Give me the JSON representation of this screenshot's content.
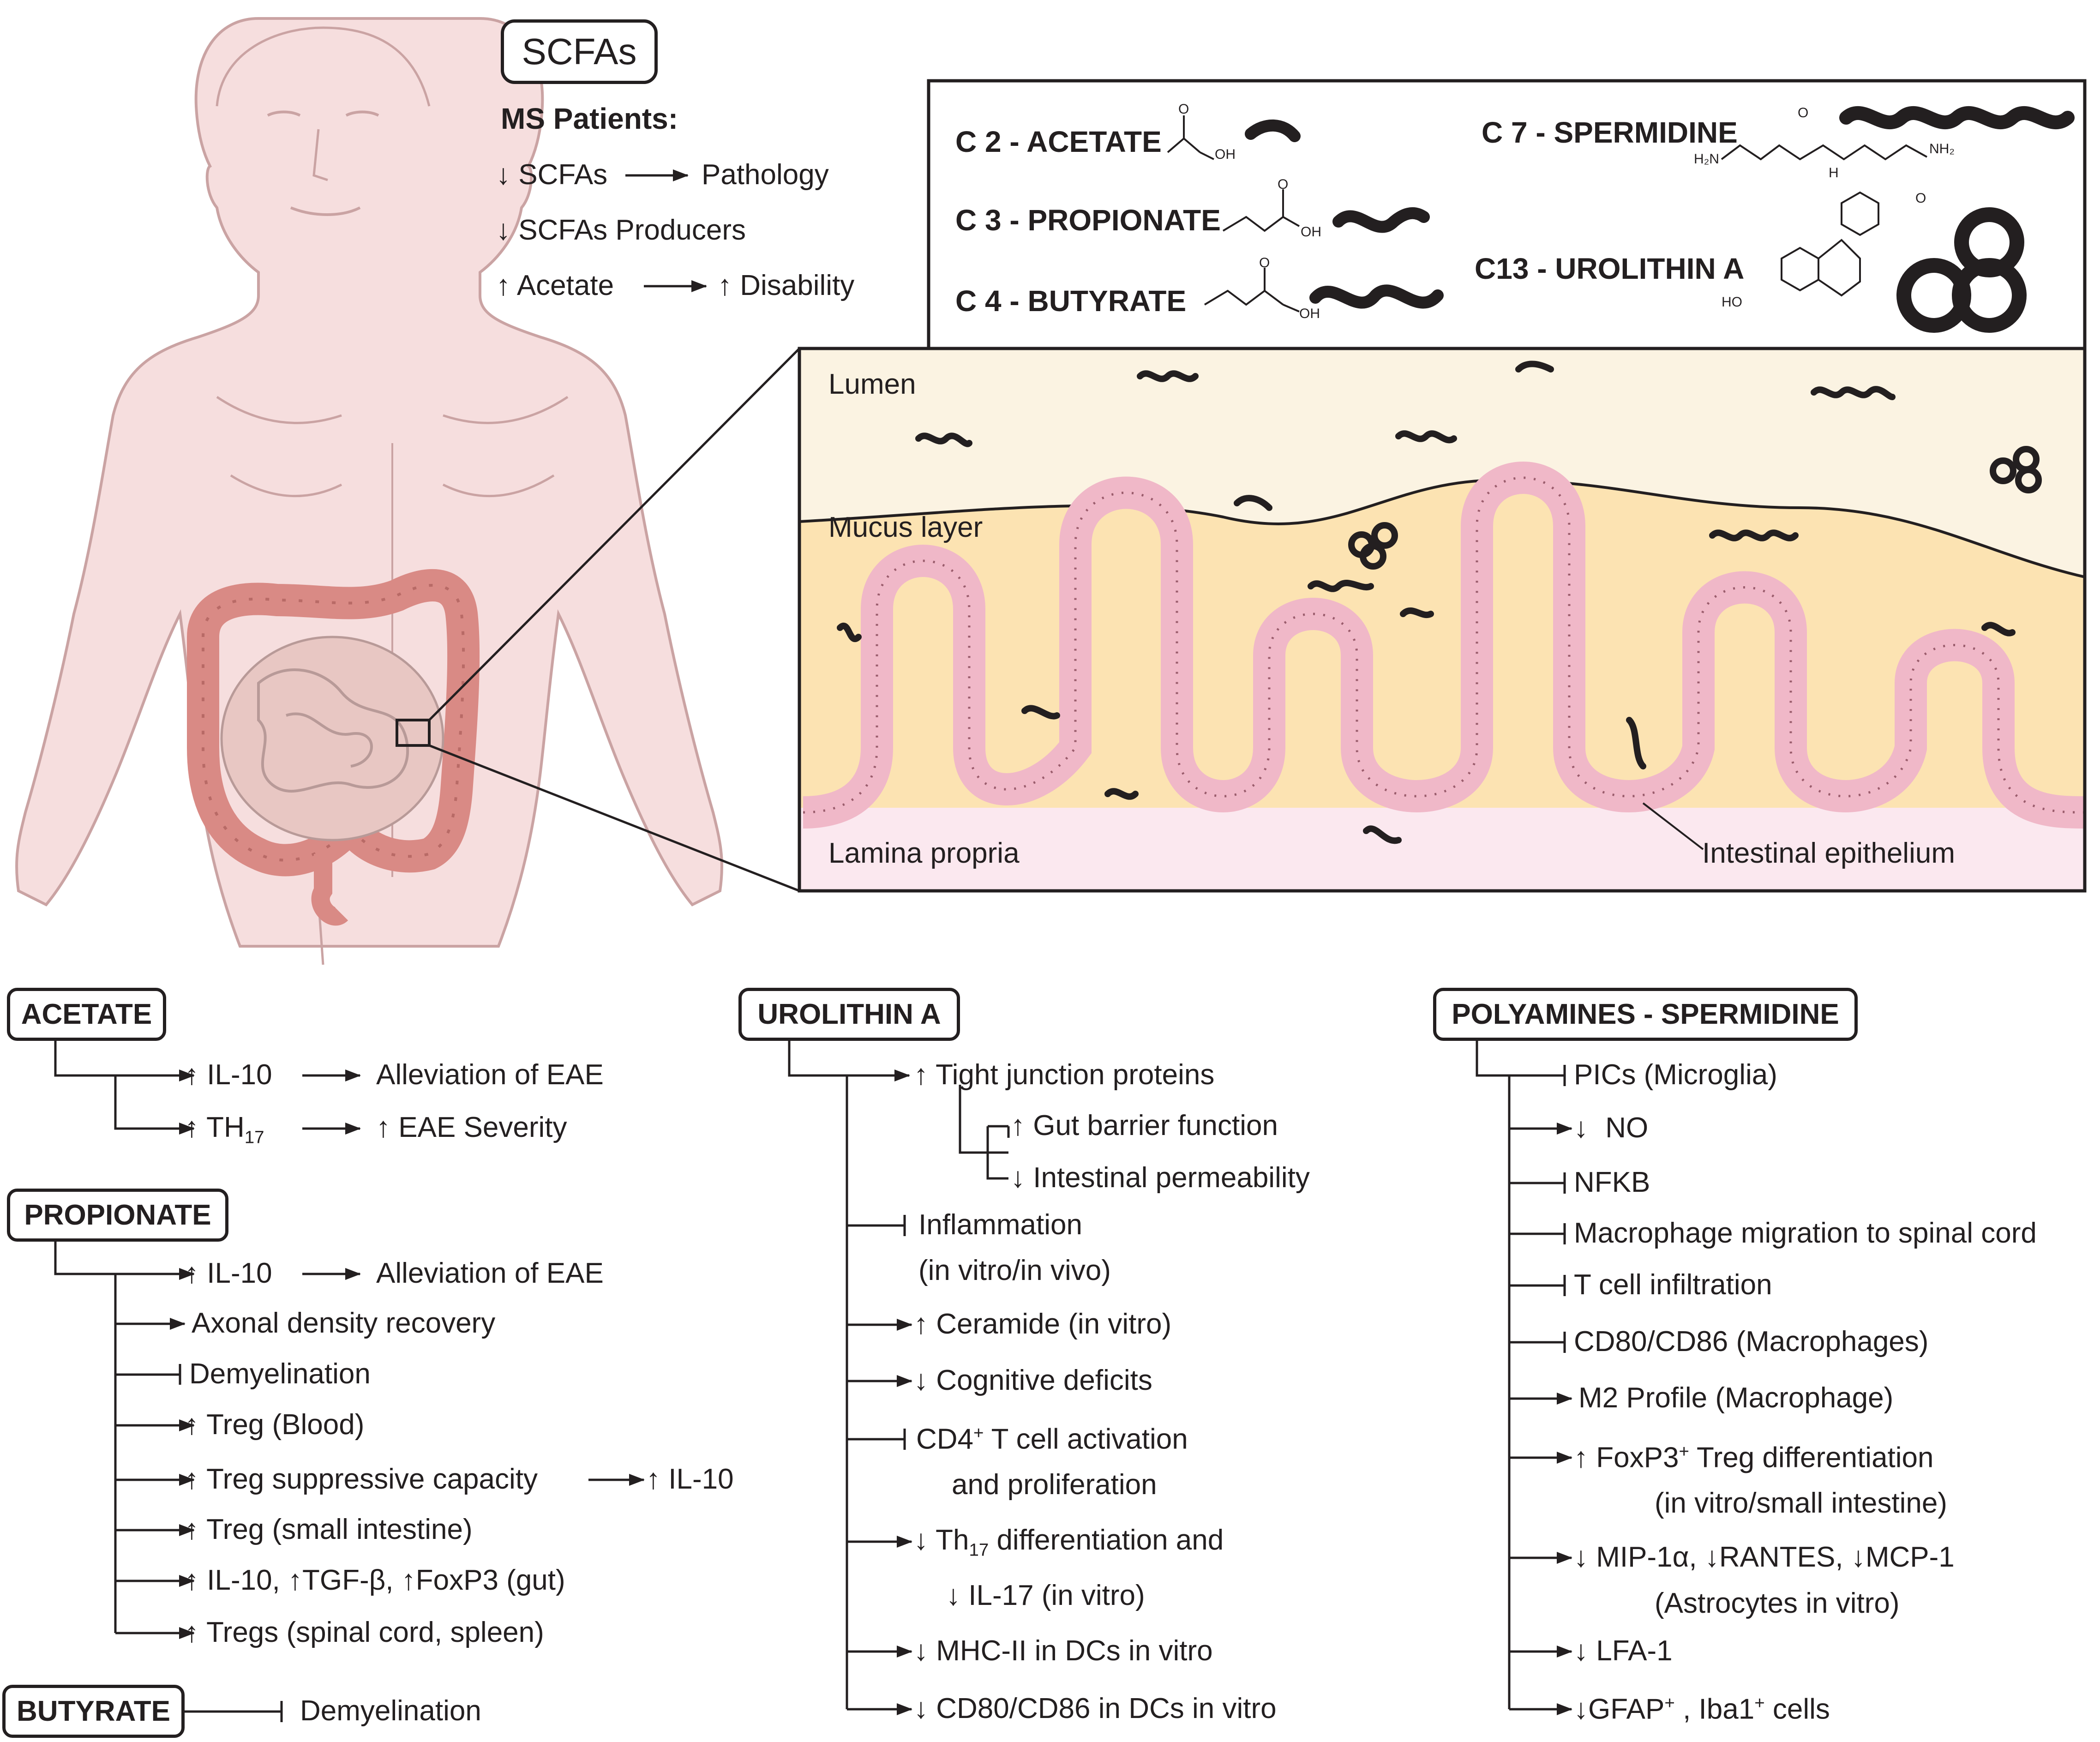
{
  "scfa_title": "SCFAs",
  "ms_patients": {
    "heading": "MS Patients:",
    "line1_a": "SCFAs",
    "line1_b": "Pathology",
    "line2": "SCFAs Producers",
    "line3_a": "Acetate",
    "line3_b": "Disability"
  },
  "molecules": {
    "c2": "C 2 - ACETATE",
    "c3": "C 3 - PROPIONATE",
    "c4": "C 4 - BUTYRATE",
    "c7": "C 7 - SPERMIDINE",
    "c13": "C13 - UROLITHIN A",
    "label_oh": "OH",
    "label_o": "O",
    "label_h": "H",
    "label_h2n": "H₂N",
    "label_nh2": "NH₂",
    "label_ho": "HO"
  },
  "gut": {
    "lumen": "Lumen",
    "mucus": "Mucus layer",
    "lamina": "Lamina propria",
    "epithelium": "Intestinal epithelium"
  },
  "acetate": {
    "title": "ACETATE",
    "il10": "IL-10",
    "il10_effect": "Alleviation of EAE",
    "th": "TH",
    "th_sub": "17",
    "th_effect": "EAE Severity"
  },
  "propionate": {
    "title": "PROPIONATE",
    "il10": "IL-10",
    "il10_effect": "Alleviation of EAE",
    "axonal": "Axonal density recovery",
    "demyelination": "Demyelination",
    "treg_blood": "Treg (Blood)",
    "treg_supp": "Treg suppressive capacity",
    "treg_supp_effect": "IL-10",
    "treg_si": "Treg (small intestine)",
    "combo_a": "IL-10,",
    "combo_b": "TGF-β,",
    "combo_c": "FoxP3 (gut)",
    "tregs_sc": "Tregs (spinal cord, spleen)"
  },
  "butyrate": {
    "title": "BUTYRATE",
    "demyelination": "Demyelination"
  },
  "urolithin": {
    "title": "UROLITHIN A",
    "tight": "Tight junction proteins",
    "gut_barrier": "Gut barrier function",
    "permeability": "Intestinal permeability",
    "inflammation": "Inflammation",
    "inflammation2": "(in vitro/in vivo)",
    "ceramide": "Ceramide (in vitro)",
    "cognitive": "Cognitive deficits",
    "cd4_a": "CD4",
    "cd4_sup": "+",
    "cd4_b": " T cell activation",
    "cd4_2": "and proliferation",
    "th17_a": "Th",
    "th17_sub": "17",
    "th17_b": " differentiation and",
    "il17": "IL-17 (in vitro)",
    "mhc": "MHC-II in DCs in vitro",
    "cd80": "CD80/CD86 in DCs in vitro"
  },
  "polyamines": {
    "title": "POLYAMINES - SPERMIDINE",
    "pics": "PICs (Microglia)",
    "no": "NO",
    "nfkb": "NFKB",
    "macro_mig": "Macrophage migration to spinal cord",
    "tcell": "T cell infiltration",
    "cd80": "CD80/CD86 (Macrophages)",
    "m2": "M2 Profile (Macrophage)",
    "foxp3_a": "FoxP3",
    "foxp3_sup": "+",
    "foxp3_b": " Treg differentiation",
    "foxp3_2": "(in vitro/small intestine)",
    "mip": "MIP-1α,",
    "rantes": "RANTES,",
    "mcp": "MCP-1",
    "astro": "(Astrocytes in vitro)",
    "lfa": "LFA-1",
    "gfap_a": "GFAP",
    "gfap_sup": "+",
    "gfap_b": " , Iba1",
    "gfap_sup2": "+",
    "gfap_c": " cells"
  },
  "colors": {
    "skin": "#f6dede",
    "skin_line": "#caa3a3",
    "colon": "#d98a85",
    "lumen": "#fbf3e2",
    "mucus": "#fce3b2",
    "lamina": "#fbe8ef",
    "villus": "#f0b8c8",
    "molecule": "#231f20",
    "molecule_tip": "#e8241c"
  }
}
